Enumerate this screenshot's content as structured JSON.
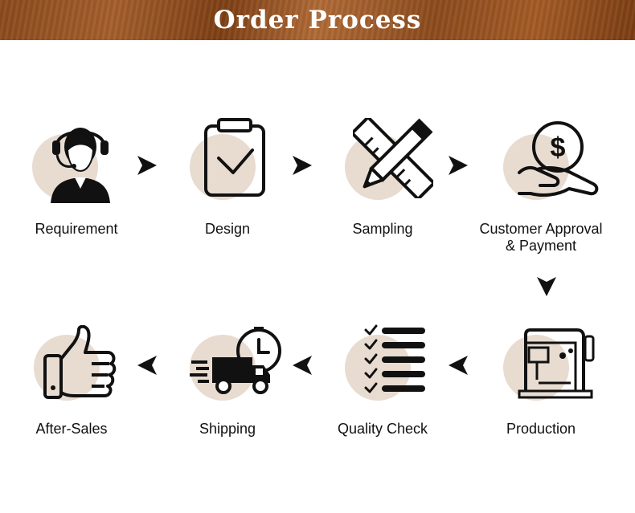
{
  "header": {
    "title": "Order Process"
  },
  "steps": [
    {
      "label": "Requirement",
      "icon": "headset-agent-icon"
    },
    {
      "label": "Design",
      "icon": "clipboard-check-icon"
    },
    {
      "label": "Sampling",
      "icon": "pencil-ruler-icon"
    },
    {
      "label": "Customer Approval\n& Payment",
      "icon": "hand-coin-icon"
    },
    {
      "label": "Production",
      "icon": "sewing-machine-icon"
    },
    {
      "label": "Quality Check",
      "icon": "checklist-icon"
    },
    {
      "label": "Shipping",
      "icon": "delivery-truck-clock-icon"
    },
    {
      "label": "After-Sales",
      "icon": "thumbs-up-icon"
    }
  ],
  "colors": {
    "accent": "#8a4a1c",
    "blob": "#e8dbd0",
    "ink": "#111111"
  }
}
